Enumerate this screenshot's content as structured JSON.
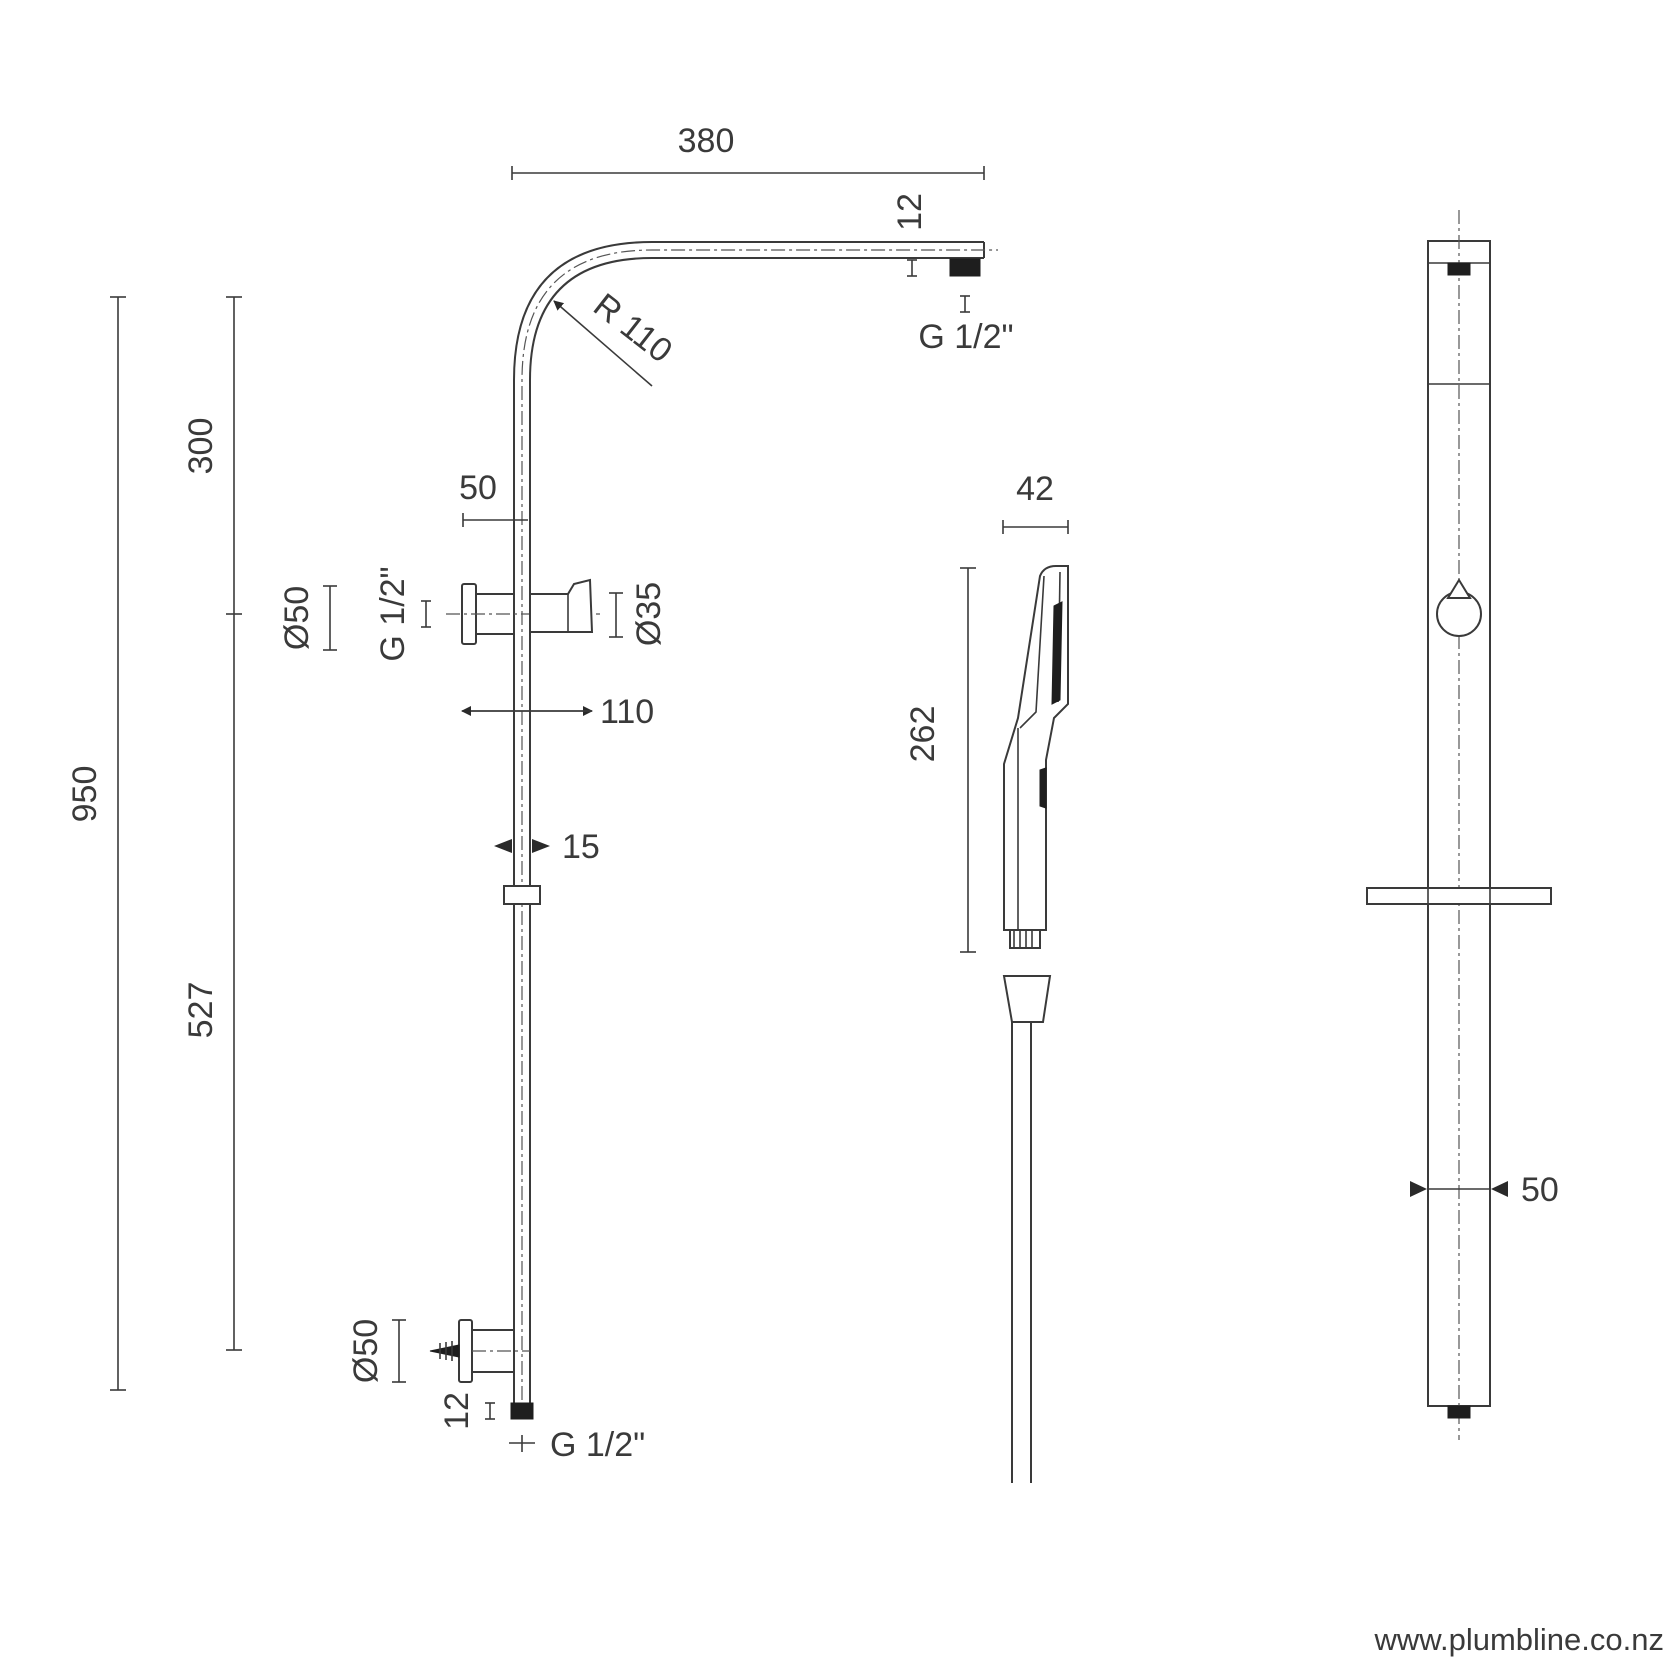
{
  "dimensions": {
    "arm_length": "380",
    "outlet_height": "12",
    "top_thread": "G 1/2\"",
    "bend_radius": "R 110",
    "overall_height": "950",
    "upper_height": "300",
    "lower_height": "527",
    "offset": "50",
    "bracket_flange_dia": "Ø50",
    "bracket_thread": "G 1/2\"",
    "holder_dia": "Ø35",
    "adjust_range": "110",
    "riser_dia": "15",
    "base_flange_dia": "Ø50",
    "base_outlet_height": "12",
    "base_thread": "G 1/2\"",
    "handset_width": "42",
    "handset_length": "262",
    "rail_width": "50"
  },
  "footer": {
    "website": "www.plumbline.co.nz"
  }
}
